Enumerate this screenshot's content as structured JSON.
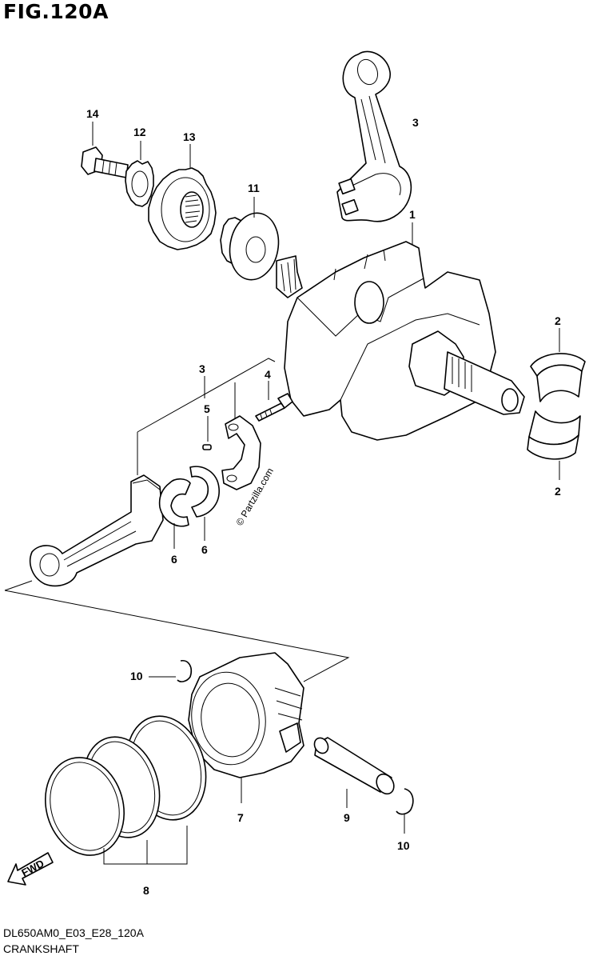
{
  "figure": {
    "title": "FIG.120A",
    "code": "DL650AM0_E03_E28_120A",
    "name": "CRANKSHAFT",
    "watermark": "© Partzilla.com",
    "fwd_label": "FWD"
  },
  "callouts": {
    "c1": "1",
    "c2a": "2",
    "c2b": "2",
    "c3a": "3",
    "c3b": "3",
    "c4": "4",
    "c5": "5",
    "c6a": "6",
    "c6b": "6",
    "c7": "7",
    "c8": "8",
    "c9": "9",
    "c10a": "10",
    "c10b": "10",
    "c11": "11",
    "c12": "12",
    "c13": "13",
    "c14": "14"
  }
}
